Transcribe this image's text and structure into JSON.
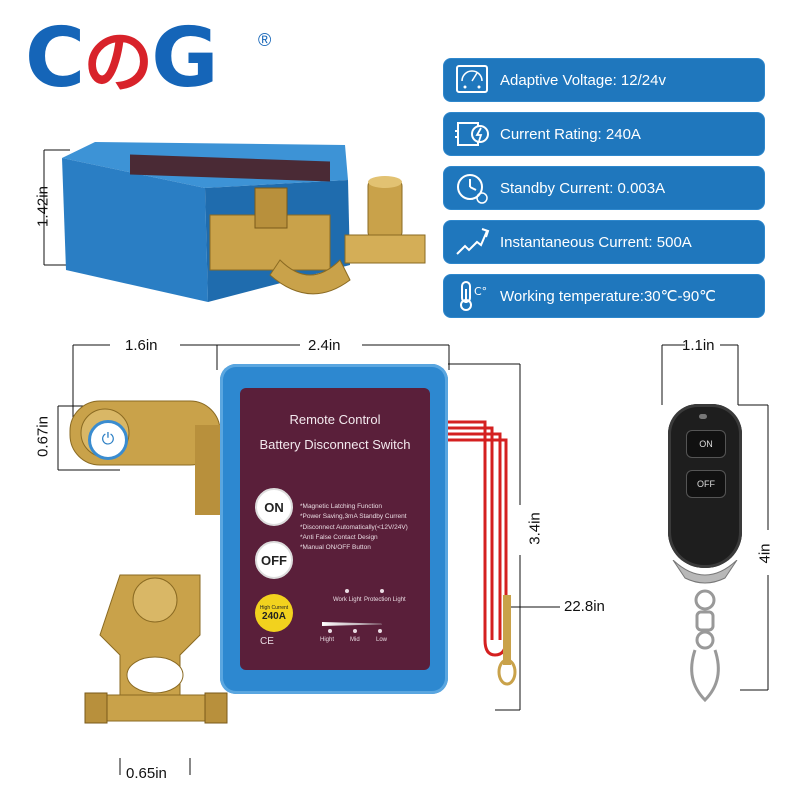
{
  "logo": {
    "c": "C",
    "no": "の",
    "g": "G",
    "reg": "®"
  },
  "specs": [
    {
      "icon": "voltmeter-icon",
      "text": "Adaptive Voltage: 12/24v"
    },
    {
      "icon": "current-rating-icon",
      "text": "Current Rating: 240A"
    },
    {
      "icon": "clock-icon",
      "text": "Standby Current: 0.003A"
    },
    {
      "icon": "lightning-icon",
      "text": "Instantaneous Current: 500A"
    },
    {
      "icon": "thermometer-icon",
      "text": "Working temperature:30℃-90℃"
    }
  ],
  "dimensions": {
    "top_height": "1.42in",
    "terminal_width": "1.6in",
    "body_width": "2.4in",
    "terminal_height": "0.67in",
    "body_height": "3.4in",
    "wire_length": "22.8in",
    "bolt_width": "0.65in",
    "remote_width": "1.1in",
    "remote_height": "4in"
  },
  "module": {
    "title_line1": "Remote Control",
    "title_line2": "Battery Disconnect Switch",
    "on_label": "ON",
    "off_label": "OFF",
    "features": [
      "*Magnetic Latching Function",
      "*Power Saving,3mA Standby Current",
      "*Disconnect Automatically(<12V/24V)",
      "*Anti False Contact Design",
      "*Manual ON/OFF Button"
    ],
    "badge_top": "High Current",
    "badge_value": "240A",
    "ce_mark": "CE",
    "work_light": "Work Light",
    "protection_light": "Protection Light",
    "level_high": "Hight",
    "level_mid": "Mid",
    "level_low": "Low"
  },
  "remote": {
    "on_label": "ON",
    "off_label": "OFF"
  },
  "colors": {
    "brand_blue": "#1565b8",
    "brand_red": "#d8222a",
    "spec_blue": "#1f77bd",
    "module_blue": "#2d88d0",
    "face_maroon": "#5a1f3a",
    "brass": "#c9a24a",
    "wire_red": "#d42020"
  }
}
